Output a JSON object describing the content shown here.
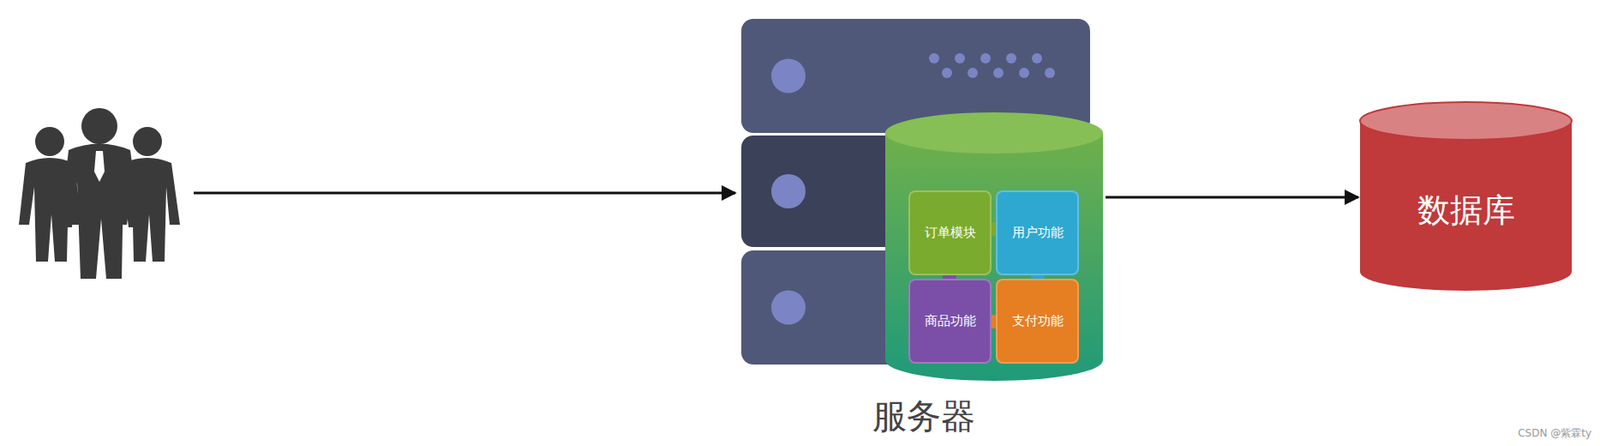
{
  "diagram": {
    "nodes": [
      {
        "text": [
          "服务器"
        ]
      },
      {
        "text": [
          "订单模块"
        ],
        "in": 0
      },
      {
        "text": [
          "用户功能"
        ],
        "in": 0
      },
      {
        "text": [
          "商品功能"
        ],
        "in": 0
      },
      {
        "text": [
          "支付功能"
        ],
        "in": 0
      },
      {
        "text": [
          "数据库"
        ]
      }
    ],
    "edges": [
      {
        "from": 0,
        "to": 5,
        "arrow": "to"
      }
    ],
    "labels": [
      "CSDN @紫霖ty"
    ]
  }
}
